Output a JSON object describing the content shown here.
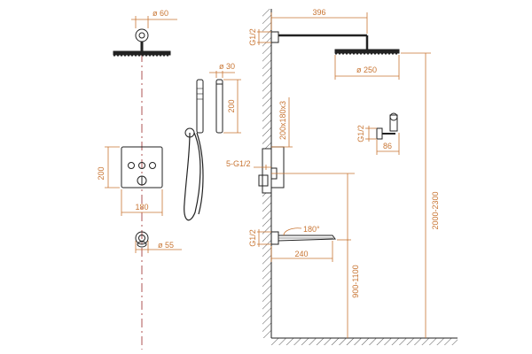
{
  "colors": {
    "dimension": "#c87533",
    "line": "#222222",
    "centerline": "#9b2a2a",
    "hatch": "#555555"
  },
  "dimensions": {
    "head_arm_flange_diameter": "ø 60",
    "hand_shower_diameter": "ø 30",
    "hand_shower_length": "200",
    "mixer_plate_height": "200",
    "mixer_plate_width": "180",
    "spout_flange_diameter": "ø 55",
    "arm_length": "396",
    "arm_connection_thread": "G1/2",
    "rain_head_diameter": "ø 250",
    "box_size": "200x180x3",
    "box_connections": "5-G1/2",
    "bracket_thread": "G1/2",
    "bracket_depth": "86",
    "head_height": "2000-2300",
    "spout_rotation": "180°",
    "spout_thread": "G1/2",
    "spout_reach": "240",
    "spout_height": "900-1100"
  }
}
